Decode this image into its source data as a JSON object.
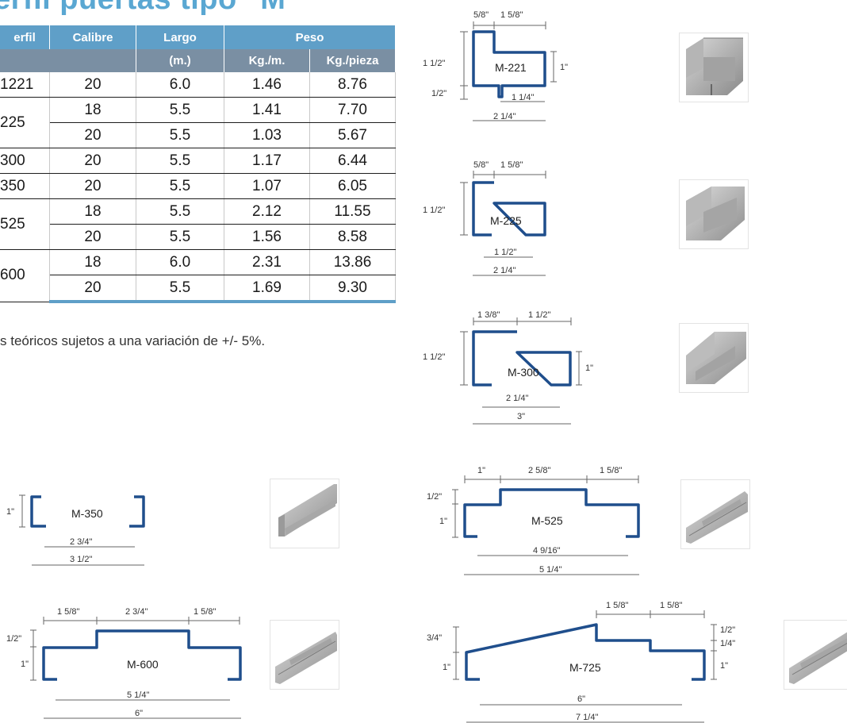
{
  "title": "erfil puertas tipo \"M\"",
  "table": {
    "headers": [
      "erfil",
      "Calibre",
      "Largo",
      "Peso"
    ],
    "subheaders": [
      "",
      "",
      "(m.)",
      "Kg./m.",
      "Kg./pieza"
    ],
    "rows": [
      {
        "perfil": "1221",
        "calibre": "20",
        "largo": "6.0",
        "kgm": "1.46",
        "kgp": "8.76"
      },
      {
        "perfil": "225",
        "calibre": "18",
        "largo": "5.5",
        "kgm": "1.41",
        "kgp": "7.70"
      },
      {
        "perfil": "",
        "calibre": "20",
        "largo": "5.5",
        "kgm": "1.03",
        "kgp": "5.67"
      },
      {
        "perfil": "300",
        "calibre": "20",
        "largo": "5.5",
        "kgm": "1.17",
        "kgp": "6.44"
      },
      {
        "perfil": "350",
        "calibre": "20",
        "largo": "5.5",
        "kgm": "1.07",
        "kgp": "6.05"
      },
      {
        "perfil": "525",
        "calibre": "18",
        "largo": "5.5",
        "kgm": "2.12",
        "kgp": "11.55"
      },
      {
        "perfil": "",
        "calibre": "20",
        "largo": "5.5",
        "kgm": "1.56",
        "kgp": "8.58"
      },
      {
        "perfil": "600",
        "calibre": "18",
        "largo": "6.0",
        "kgm": "2.31",
        "kgp": "13.86"
      },
      {
        "perfil": "",
        "calibre": "20",
        "largo": "5.5",
        "kgm": "1.69",
        "kgp": "9.30"
      }
    ]
  },
  "note": "s teóricos sujetos a una variación de +/- 5%.",
  "colors": {
    "header": "#5f9fc8",
    "subheader": "#7a8fa3",
    "profile_stroke": "#1f4e8c"
  },
  "profiles": {
    "m221": {
      "label": "M-221",
      "d1": "5/8\"",
      "d2": "1 5/8\"",
      "h1": "1 1/2\"",
      "h2": "1/2\"",
      "r1": "1\"",
      "b1": "1 1/4\"",
      "b2": "2 1/4\""
    },
    "m225": {
      "label": "M-225",
      "d1": "5/8\"",
      "d2": "1 5/8\"",
      "h1": "1 1/2\"",
      "b1": "1 1/2\"",
      "b2": "2 1/4\""
    },
    "m300": {
      "label": "M-300",
      "d1": "1 3/8\"",
      "d2": "1 1/2\"",
      "h1": "1 1/2\"",
      "r1": "1\"",
      "b1": "2 1/4\"",
      "b2": "3\""
    },
    "m350": {
      "label": "M-350",
      "h1": "1\"",
      "b1": "2 3/4\"",
      "b2": "3 1/2\""
    },
    "m525": {
      "label": "M-525",
      "d1": "1\"",
      "d2": "2 5/8\"",
      "d3": "1 5/8\"",
      "h1": "1/2\"",
      "h2": "1\"",
      "b1": "4 9/16\"",
      "b2": "5 1/4\""
    },
    "m600": {
      "label": "M-600",
      "d1": "1 5/8\"",
      "d2": "2 3/4\"",
      "d3": "1 5/8\"",
      "h1": "1/2\"",
      "h2": "1\"",
      "b1": "5 1/4\"",
      "b2": "6\""
    },
    "m725": {
      "label": "M-725",
      "d1": "1 5/8\"",
      "d2": "1 5/8\"",
      "h1": "3/4\"",
      "h2": "1\"",
      "r1": "1/2\"",
      "r2": "1/4\"",
      "r3": "1\"",
      "b1": "6\"",
      "b2": "7 1/4\""
    }
  },
  "icons": {
    "thumbnails": "steel-profile-render"
  }
}
